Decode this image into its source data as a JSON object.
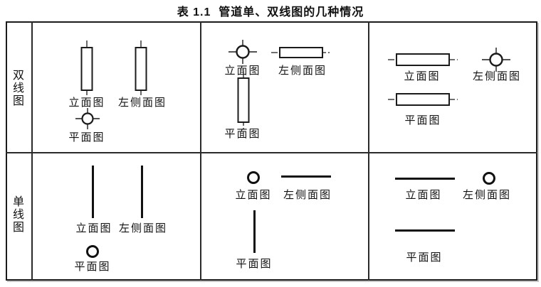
{
  "title": "表 1.1  管道单、双线图的几种情况",
  "colors": {
    "line": "#1b1b1b",
    "background": "#ffffff"
  },
  "rows": [
    {
      "label": "双线图",
      "cells": [
        {
          "views": [
            {
              "symbol": "double-line-pipe-vertical",
              "label": "立面图"
            },
            {
              "symbol": "double-line-pipe-vertical",
              "label": "左侧面图"
            },
            {
              "symbol": "crosshair-circle",
              "label": "平面图"
            }
          ]
        },
        {
          "views": [
            {
              "symbol": "crosshair-circle",
              "label": "立面图"
            },
            {
              "symbol": "double-line-pipe-horizontal",
              "label": "左侧面图"
            },
            {
              "symbol": "double-line-pipe-vertical",
              "label": "平面图"
            }
          ]
        },
        {
          "views": [
            {
              "symbol": "double-line-pipe-horizontal",
              "label": "立面图"
            },
            {
              "symbol": "crosshair-circle",
              "label": "左侧面图"
            },
            {
              "symbol": "double-line-pipe-horizontal",
              "label": "平面图"
            }
          ]
        }
      ]
    },
    {
      "label": "单线图",
      "cells": [
        {
          "views": [
            {
              "symbol": "single-line-vertical",
              "label": "立面图"
            },
            {
              "symbol": "single-line-vertical",
              "label": "左侧面图"
            },
            {
              "symbol": "small-circle",
              "label": "平面图"
            }
          ]
        },
        {
          "views": [
            {
              "symbol": "small-circle",
              "label": "立面图"
            },
            {
              "symbol": "single-line-horizontal",
              "label": "左侧面图"
            },
            {
              "symbol": "single-line-vertical",
              "label": "平面图"
            }
          ]
        },
        {
          "views": [
            {
              "symbol": "single-line-horizontal",
              "label": "立面图"
            },
            {
              "symbol": "small-circle",
              "label": "左侧面图"
            },
            {
              "symbol": "single-line-horizontal",
              "label": "平面图"
            }
          ]
        }
      ]
    }
  ]
}
